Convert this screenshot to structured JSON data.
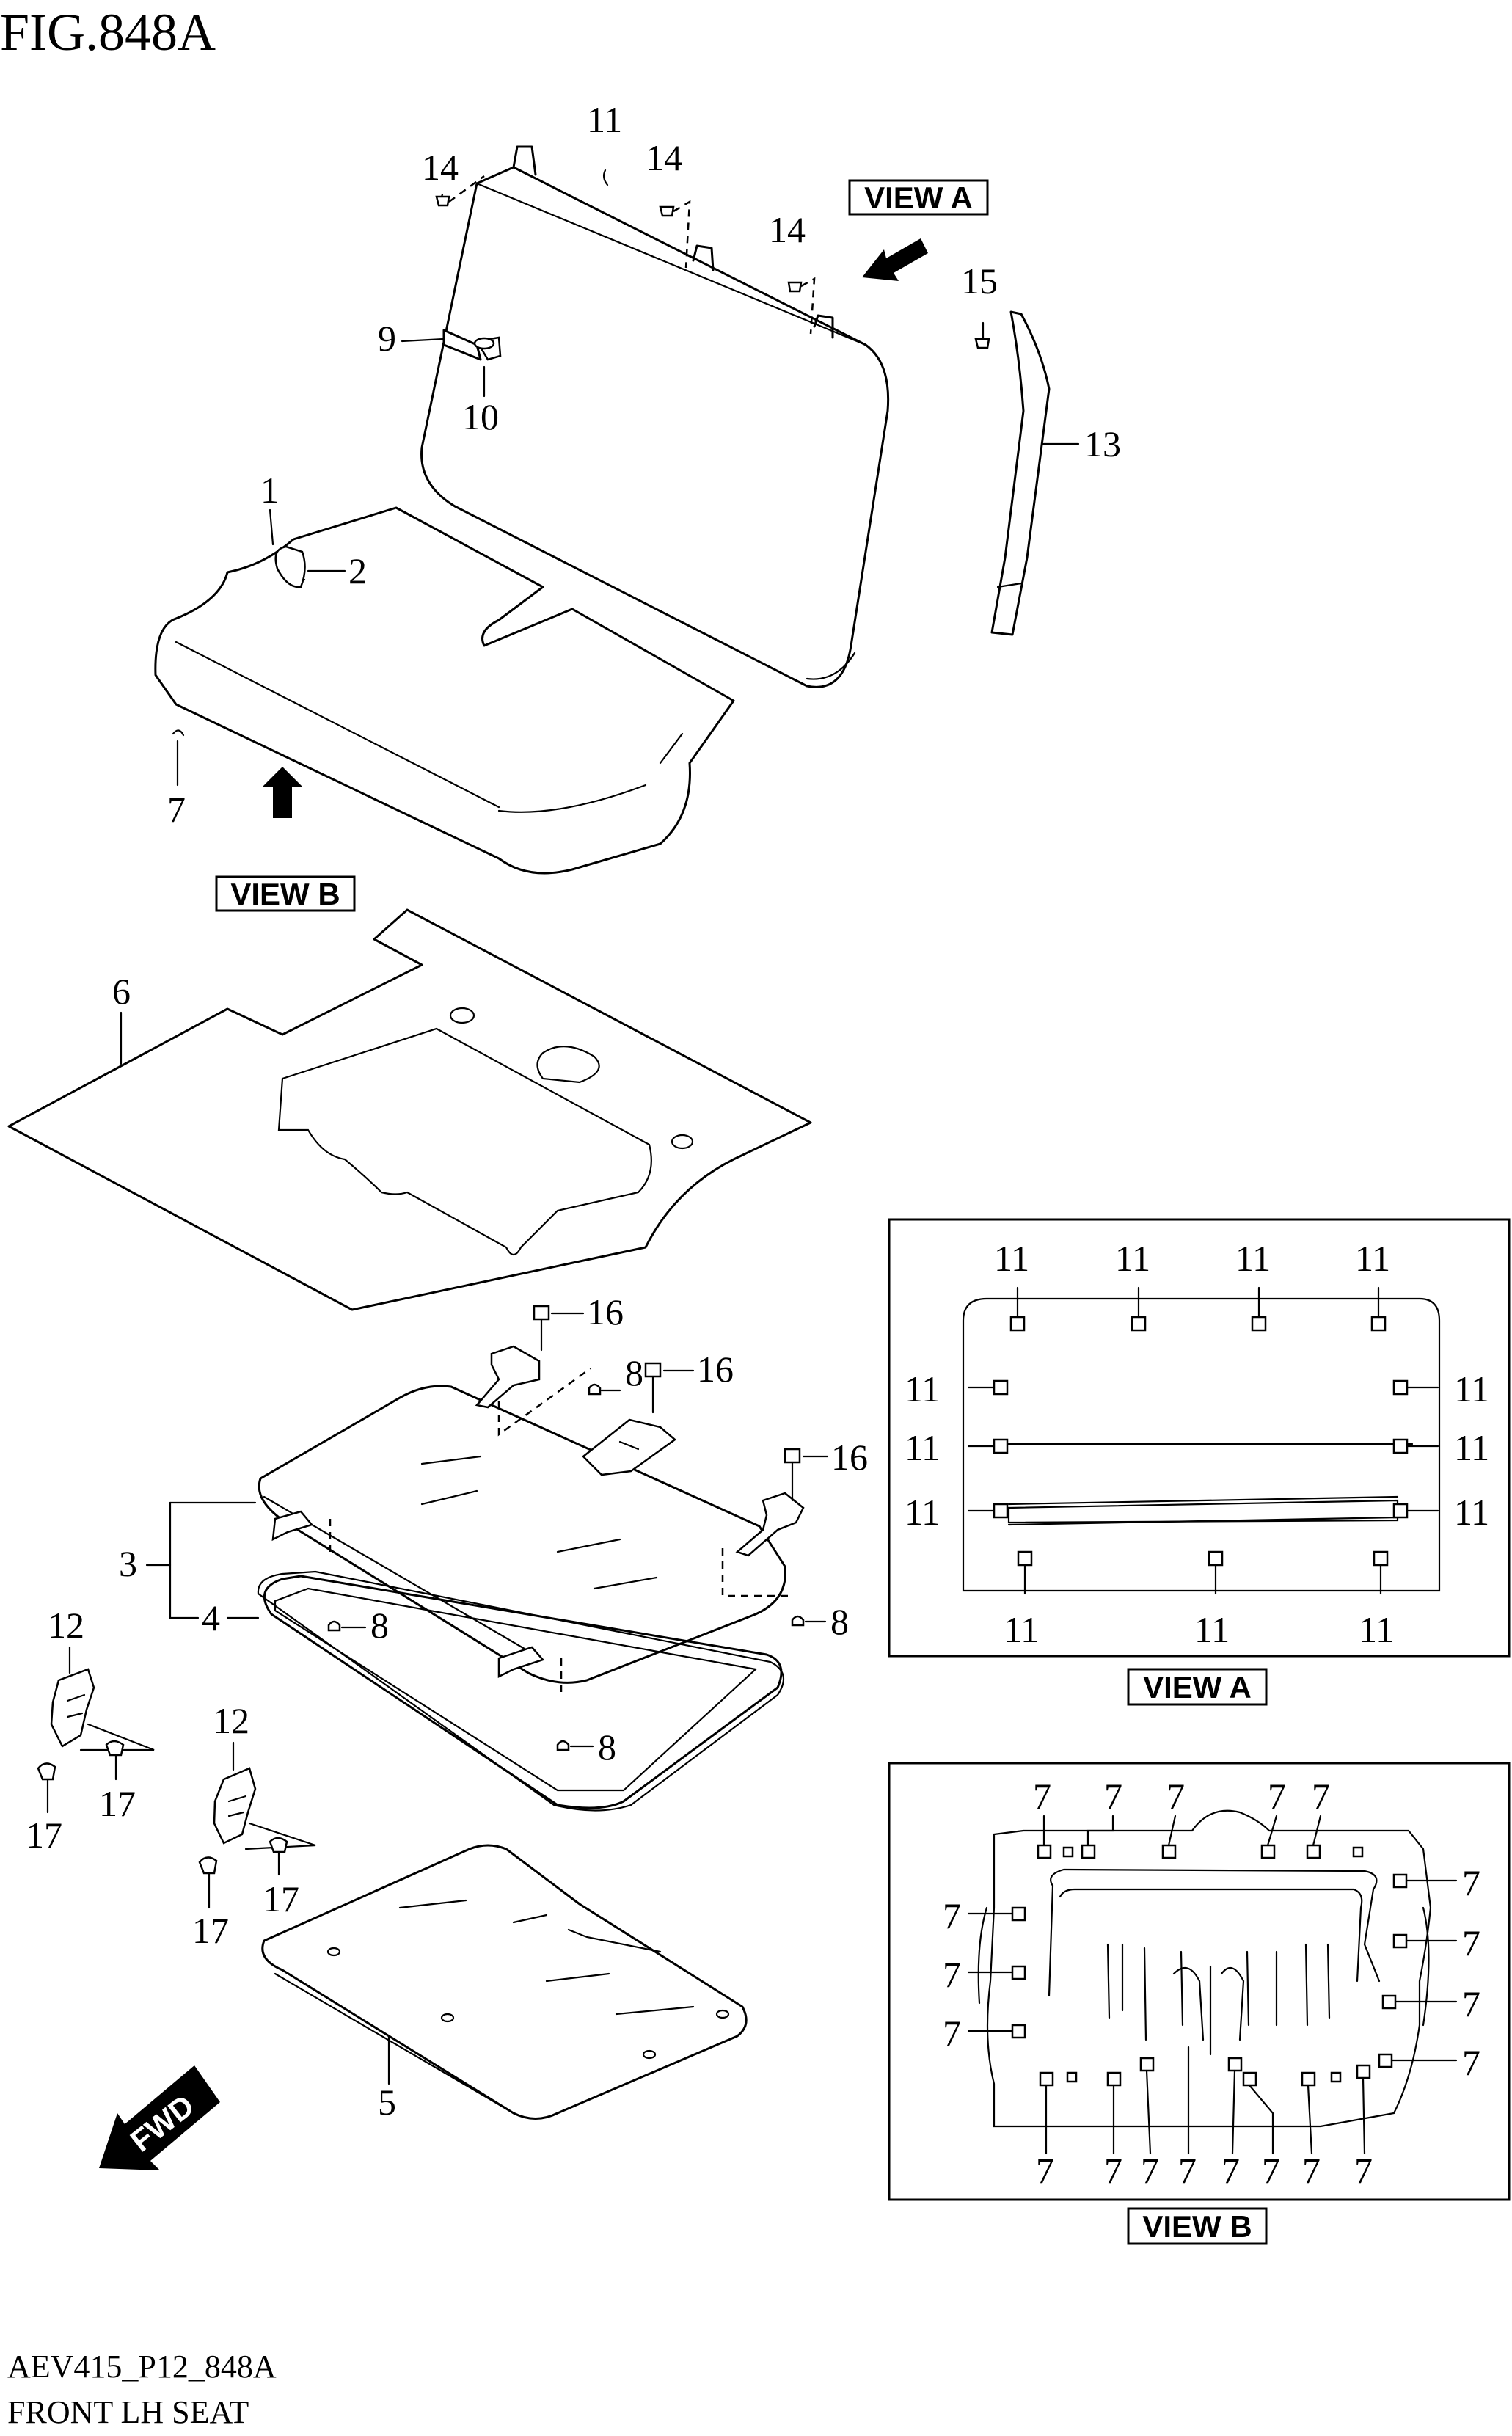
{
  "figure": {
    "title": "FIG.848A"
  },
  "footer": {
    "code": "AEV415_P12_848A",
    "name": "FRONT LH SEAT"
  },
  "view_tags": {
    "view_a": "VIEW A",
    "view_b": "VIEW B",
    "fwd": "FWD"
  },
  "callouts": {
    "c1": "1",
    "c2": "2",
    "c3": "3",
    "c4": "4",
    "c5": "5",
    "c6": "6",
    "c7": "7",
    "c8": "8",
    "c9": "9",
    "c10": "10",
    "c11": "11",
    "c12": "12",
    "c13": "13",
    "c14": "14",
    "c15": "15",
    "c16": "16",
    "c17": "17"
  }
}
